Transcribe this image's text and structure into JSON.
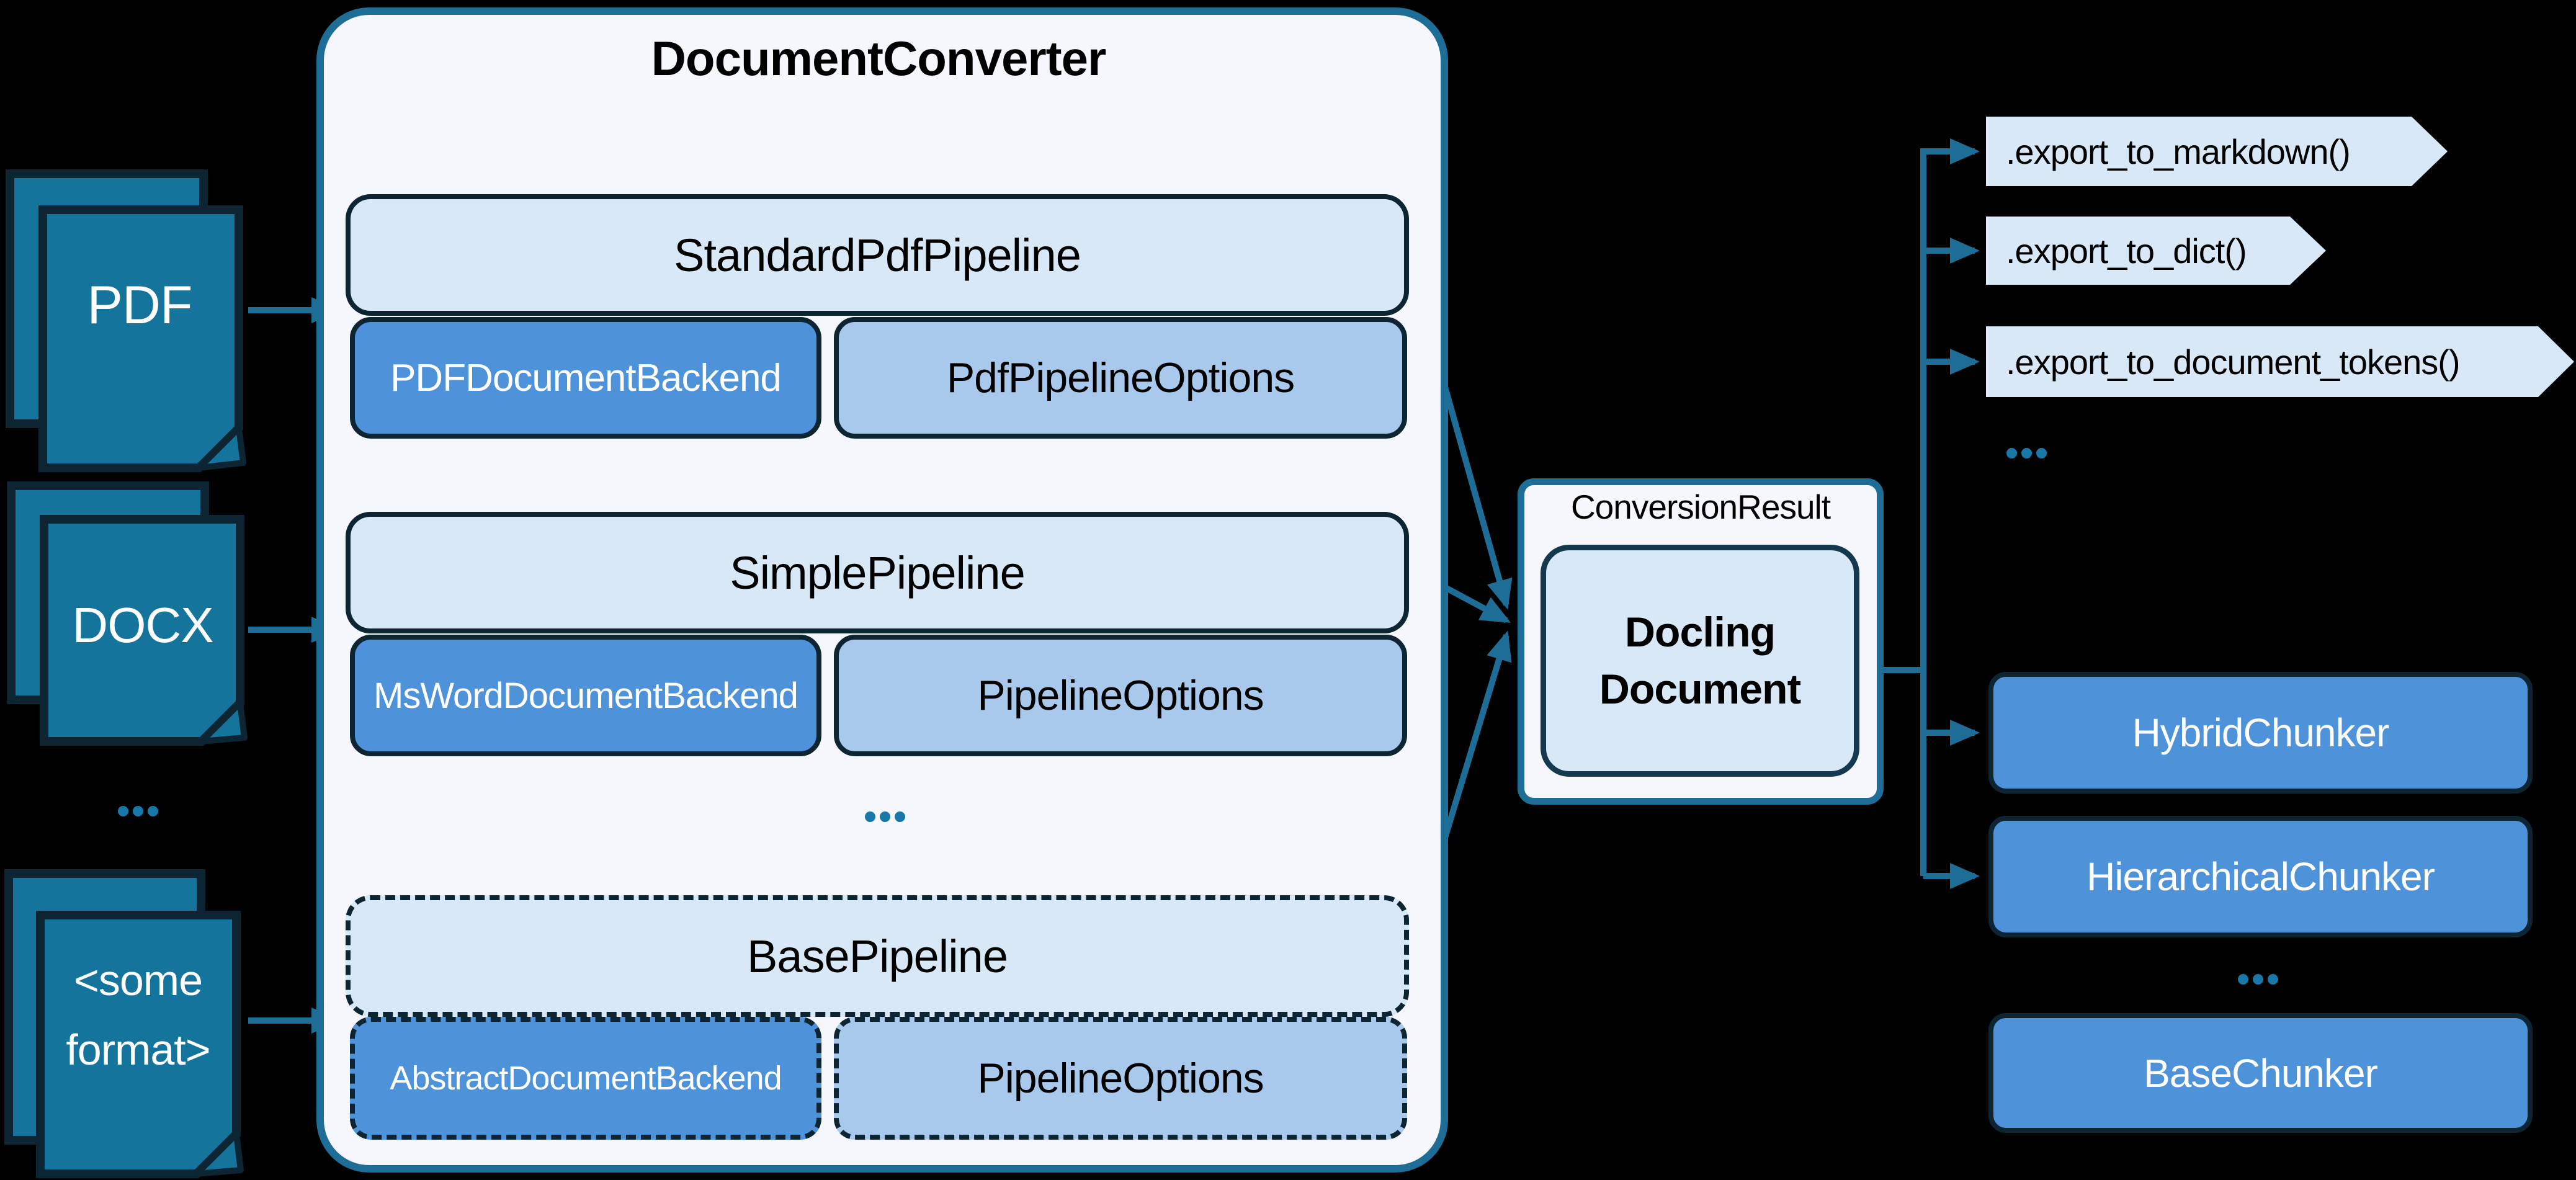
{
  "palette": {
    "background": "#000000",
    "accent_teal": "#1E6D96",
    "panel_fill": "#F5F7FC",
    "light_blue_fill": "#D9E8F7",
    "mid_blue_fill": "#A9C9EC",
    "blue_fill": "#4E93D9",
    "dark_border": "#0D2433",
    "document_icon_fill": "#15749B",
    "white_text": "#FFFFFF",
    "black_text": "#000000"
  },
  "inputs": {
    "pdf": {
      "label": "PDF"
    },
    "docx": {
      "label": "DOCX"
    },
    "other": {
      "label_line1": "<some",
      "label_line2": "format>"
    },
    "ellipsis": "..."
  },
  "converter": {
    "title": "DocumentConverter",
    "rows": [
      {
        "pipeline": "StandardPdfPipeline",
        "backend": "PDFDocumentBackend",
        "options": "PdfPipelineOptions"
      },
      {
        "pipeline": "SimplePipeline",
        "backend": "MsWordDocumentBackend",
        "options": "PipelineOptions"
      },
      {
        "pipeline": "BasePipeline",
        "backend": "AbstractDocumentBackend",
        "options": "PipelineOptions"
      }
    ],
    "ellipsis": "..."
  },
  "result": {
    "label": "ConversionResult",
    "document_line1": "Docling",
    "document_line2": "Document"
  },
  "exports": {
    "items": [
      ".export_to_markdown()",
      ".export_to_dict()",
      ".export_to_document_tokens()"
    ],
    "ellipsis": "..."
  },
  "chunkers": {
    "items": [
      "HybridChunker",
      "HierarchicalChunker",
      "BaseChunker"
    ],
    "ellipsis": "..."
  }
}
